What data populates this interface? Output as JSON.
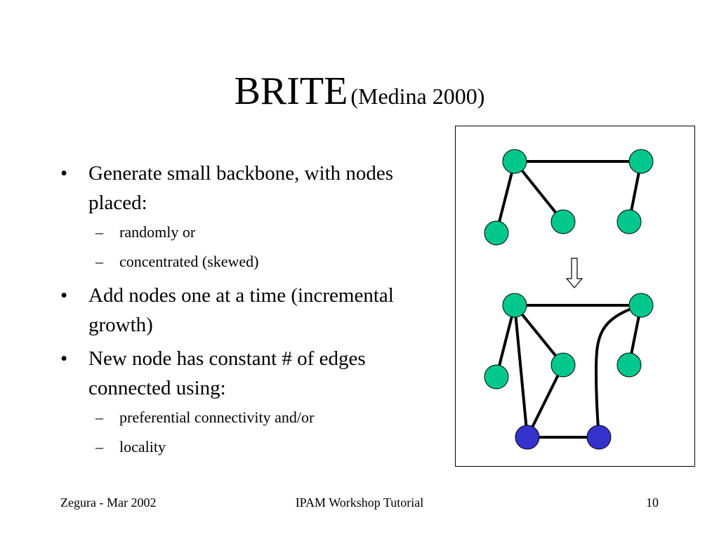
{
  "slide": {
    "title": "BRITE",
    "title_note": "(Medina 2000)",
    "bullets": [
      {
        "text": "Generate small backbone, with nodes placed:",
        "subitems": [
          "randomly or",
          "concentrated (skewed)"
        ]
      },
      {
        "text": "Add nodes one at a time (incremental growth)",
        "subitems": []
      },
      {
        "text": "New node has constant # of edges connected using:",
        "subitems": [
          "preferential connectivity and/or",
          "locality"
        ]
      }
    ],
    "bullet_mark": "•",
    "subitem_mark": "–"
  },
  "diagram": {
    "colors": {
      "backbone_node": "#00c88c",
      "new_node": "#3333cc",
      "edge": "#000000",
      "frame": "#000000"
    },
    "arrow_icon": "down-arrow-icon"
  },
  "footer": {
    "left": "Zegura - Mar 2002",
    "center": "IPAM Workshop Tutorial",
    "right": "10"
  }
}
